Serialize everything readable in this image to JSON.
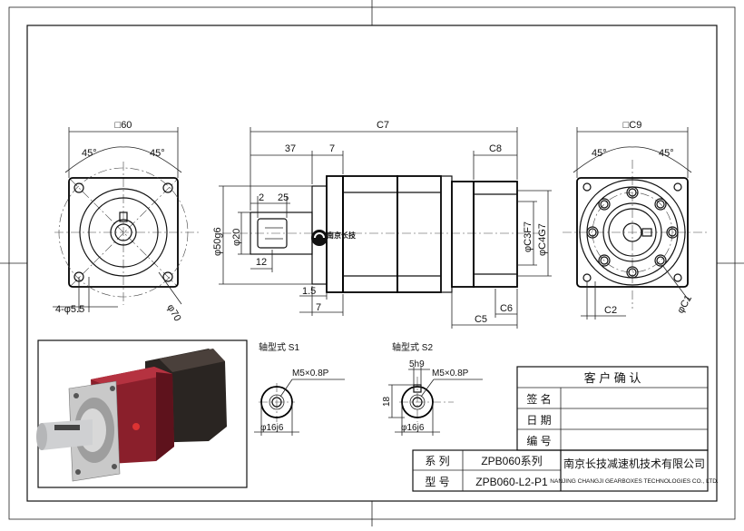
{
  "front_view": {
    "square_label": "□60",
    "angle_left": "45°",
    "angle_right": "45°",
    "holes_label": "4-φ5.5",
    "pcd_label": "φ70"
  },
  "side_view": {
    "overall_length": "C7",
    "dim_37": "37",
    "dim_7_top": "7",
    "dim_c8": "C8",
    "dim_2": "2",
    "dim_25": "25",
    "dim_12": "12",
    "dim_1_5": "1.5",
    "dim_7_bottom": "7",
    "dim_c5": "C5",
    "dim_c6": "C6",
    "pilot_diameter": "φ50g6",
    "shaft_diameter": "φ20",
    "dim_c3f7": "φC3F7",
    "dim_c4g7": "φC4G7",
    "logo_text": "南京长技"
  },
  "rear_view": {
    "square_label": "□C9",
    "angle_left": "45°",
    "angle_right": "45°",
    "dim_c2": "C2",
    "dim_c1": "φC1"
  },
  "shaft_s1": {
    "title": "轴型式 S1",
    "thread": "M5×0.8P",
    "diameter": "φ16j6"
  },
  "shaft_s2": {
    "title": "轴型式 S2",
    "key": "5h9",
    "thread": "M5×0.8P",
    "height": "18",
    "diameter": "φ16j6"
  },
  "confirm_table": {
    "title": "客 户 确 认",
    "rows": [
      "签 名",
      "日 期",
      "编 号"
    ]
  },
  "title_block": {
    "series_label": "系  列",
    "series_value": "ZPB060系列",
    "model_label": "型  号",
    "model_value": "ZPB060-L2-P1",
    "company_cn": "南京长技减速机技术有限公司",
    "company_en": "NANJING CHANGJI GEARBOXES TECHNOLOGIES CO., LTD."
  }
}
